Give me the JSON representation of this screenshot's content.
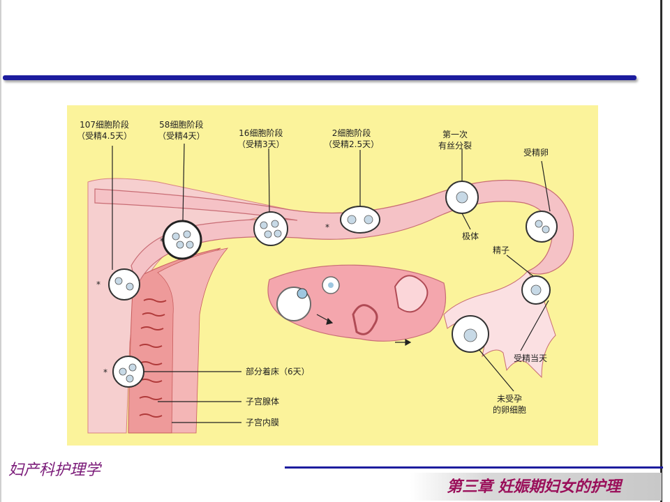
{
  "slide": {
    "footer_left": "妇产科护理学",
    "footer_right": "第三章  妊娠期妇女的护理"
  },
  "diagram": {
    "labels": {
      "stage107_line1": "107细胞阶段",
      "stage107_line2": "（受精4.5天）",
      "stage58_line1": "58细胞阶段",
      "stage58_line2": "（受精4天）",
      "stage16_line1": "16细胞阶段",
      "stage16_line2": "（受精3天）",
      "stage2_line1": "2细胞阶段",
      "stage2_line2": "（受精2.5天）",
      "first_division_line1": "第一次",
      "first_division_line2": "有丝分裂",
      "fertilized_egg": "受精卵",
      "polar_body": "极体",
      "sperm": "精子",
      "fertilization_day": "受精当天",
      "unfertilized_line1": "未受孕",
      "unfertilized_line2": "的卵细胞",
      "partial_implantation": "部分着床（6天）",
      "uterine_gland": "子宫腺体",
      "endometrium": "子宫内膜"
    },
    "star_marker": "*"
  }
}
